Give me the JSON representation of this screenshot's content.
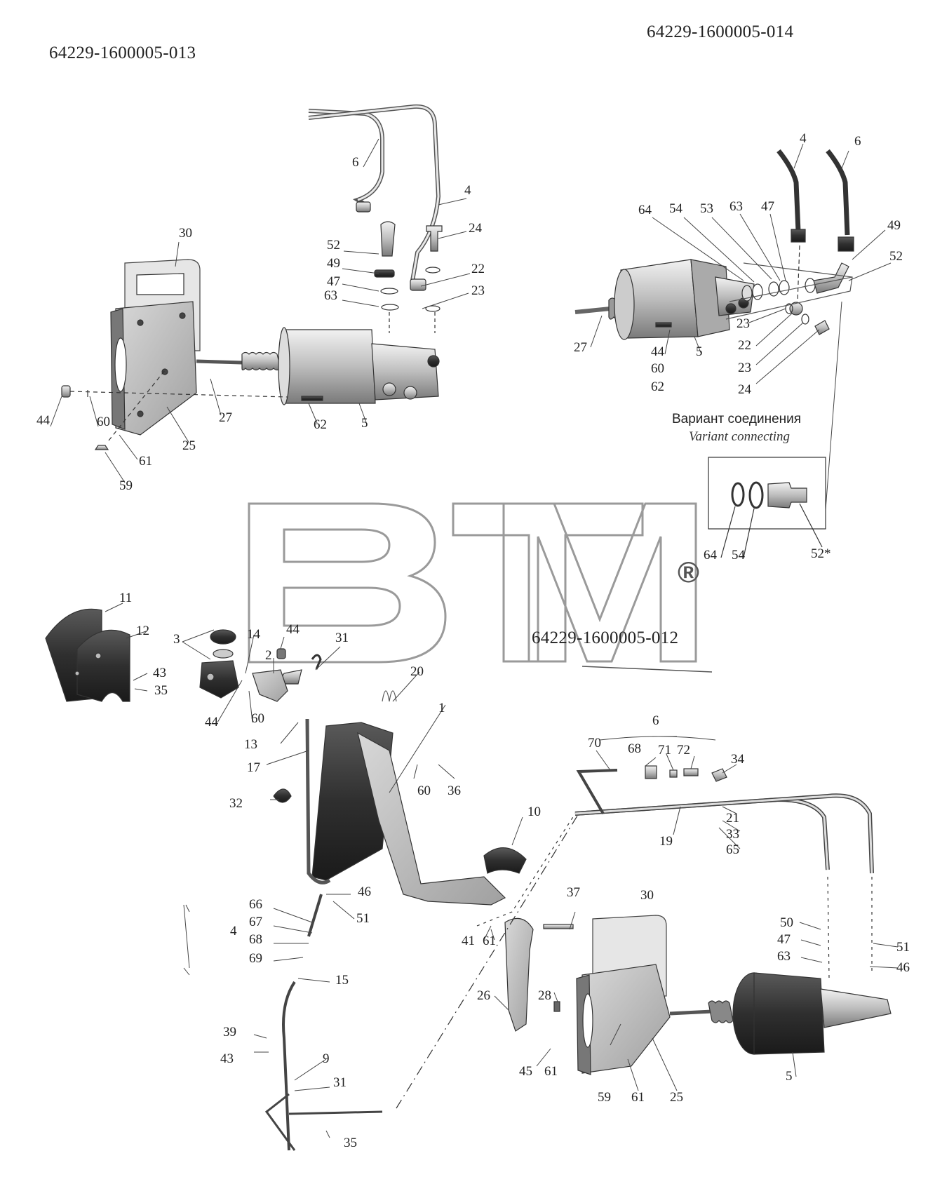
{
  "titles": {
    "left_top": "64229-1600005-013",
    "right_top": "64229-1600005-014",
    "bottom": "64229-1600005-012"
  },
  "variant": {
    "ru": "Вариант соединения",
    "en": "Variant connecting"
  },
  "watermark": {
    "text": "BTM",
    "registered": "®"
  },
  "callouts_013": [
    "6",
    "4",
    "24",
    "52",
    "49",
    "22",
    "47",
    "63",
    "23",
    "30",
    "44",
    "60",
    "27",
    "62",
    "5",
    "25",
    "61",
    "59"
  ],
  "callouts_014": [
    "4",
    "6",
    "64",
    "54",
    "53",
    "63",
    "47",
    "49",
    "52",
    "23",
    "27",
    "44",
    "60",
    "62",
    "5",
    "22",
    "23",
    "24"
  ],
  "callouts_variant": [
    "64",
    "54",
    "52*"
  ],
  "callouts_012": [
    "11",
    "12",
    "3",
    "14",
    "44",
    "31",
    "2",
    "20",
    "1",
    "43",
    "35",
    "44",
    "60",
    "13",
    "17",
    "32",
    "60",
    "36",
    "6",
    "70",
    "68",
    "71",
    "72",
    "34",
    "21",
    "33",
    "65",
    "19",
    "10",
    "46",
    "51",
    "37",
    "30",
    "66",
    "67",
    "68",
    "69",
    "15",
    "41",
    "61",
    "26",
    "28",
    "50",
    "47",
    "63",
    "51",
    "46",
    "39",
    "43",
    "9",
    "31",
    "45",
    "61",
    "59",
    "61",
    "25",
    "5",
    "35"
  ],
  "group_labels": {
    "left_bracket": "4",
    "top_bracket": "6"
  }
}
